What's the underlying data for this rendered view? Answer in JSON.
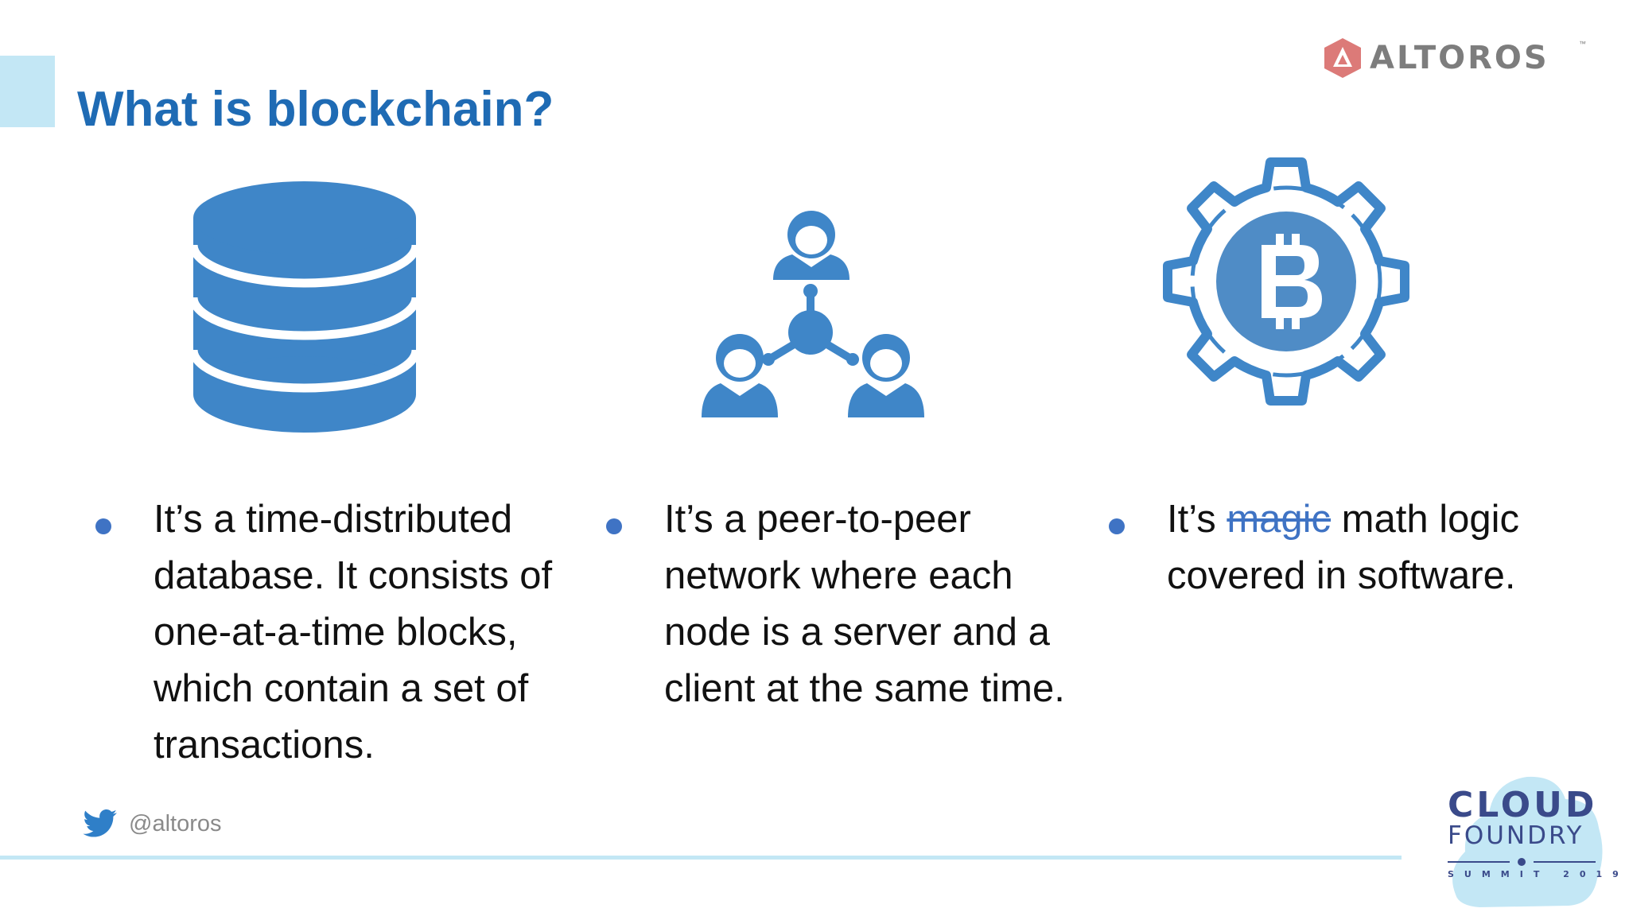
{
  "slide": {
    "title": "What is blockchain?",
    "brand": {
      "name": "ALTOROS",
      "trademark": "™"
    },
    "accent_color": "#1f6bb4",
    "icon_color": "#3f86c8",
    "panel_color": "#c3e7f5"
  },
  "icons": {
    "database": "database-icon",
    "network": "peer-network-icon",
    "bitcoin": "bitcoin-gear-icon"
  },
  "columns": [
    {
      "lines": [
        "It’s a time-distributed",
        "database. It consists of",
        "one-at-a-time blocks,",
        "which contain a set of",
        "transactions."
      ]
    },
    {
      "lines": [
        "It’s a peer-to-peer",
        "network where each",
        "node is a server and a",
        "client at the same time."
      ]
    },
    {
      "line1_before": "It’s ",
      "line1_strike": "magic",
      "line1_after": " math logic",
      "line2": "covered in software."
    }
  ],
  "footer": {
    "handle": "@altoros",
    "event": {
      "line1": "CLOUD",
      "line2": "FOUNDRY",
      "line3": "SUMMIT 2019"
    }
  }
}
